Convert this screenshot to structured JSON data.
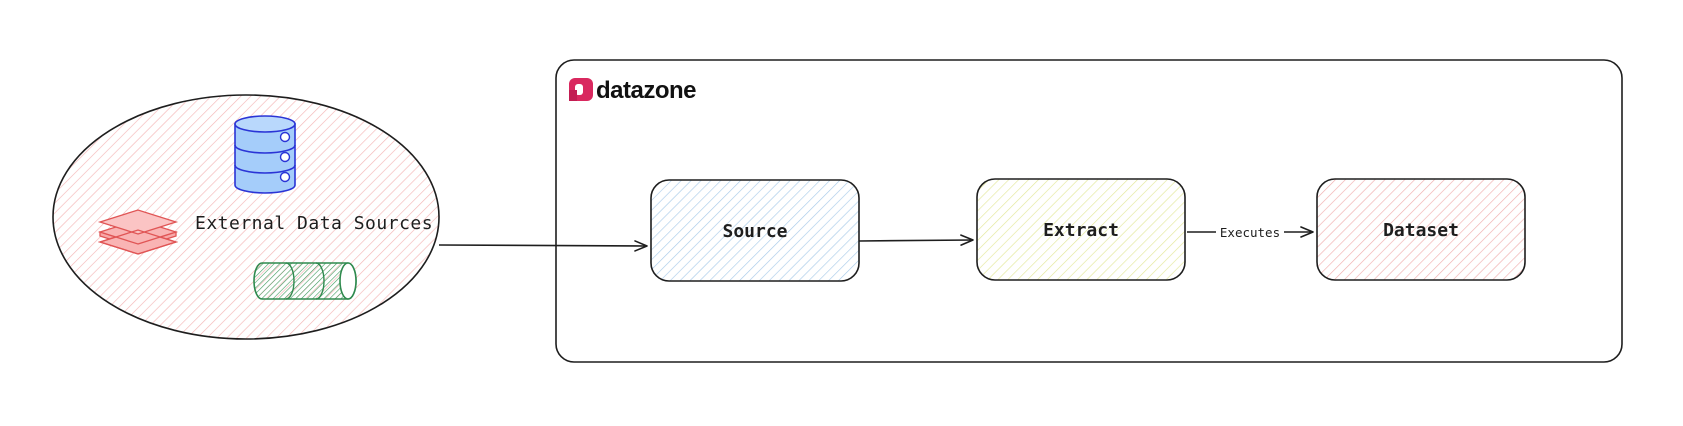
{
  "diagram": {
    "external_sources": {
      "label": "External Data Sources"
    },
    "brand": {
      "name": "datazone",
      "logo_color": "#d9285f"
    },
    "nodes": {
      "source": {
        "label": "Source"
      },
      "extract": {
        "label": "Extract"
      },
      "dataset": {
        "label": "Dataset"
      }
    },
    "edges": {
      "extract_to_dataset": {
        "label": "Executes"
      }
    },
    "colors": {
      "source_hatch": "#a5c8e8",
      "extract_hatch": "#e6eb9a",
      "dataset_hatch": "#f0a8a8",
      "sources_hatch": "#f4b6b6",
      "database_fill": "#a5cdfa",
      "database_stroke": "#2a34d6",
      "layers_fill": "#f8a8a8",
      "layers_stroke": "#e05555",
      "pipe_stroke": "#2f8a4e"
    }
  }
}
